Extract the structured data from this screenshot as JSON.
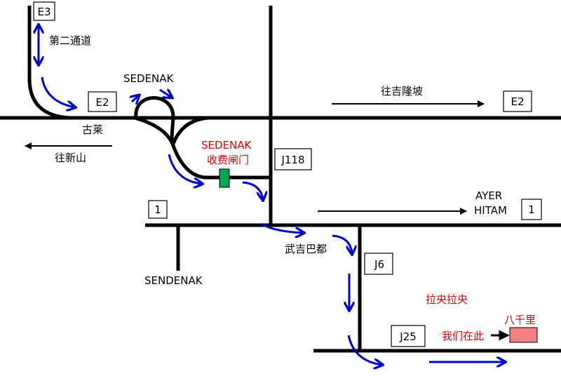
{
  "route_shields": {
    "e3": "E3",
    "e2_left": "E2",
    "e2_right": "E2",
    "j118": "J118",
    "r1_left": "1",
    "r1_right": "1",
    "j6": "J6",
    "j25": "J25"
  },
  "labels": {
    "second_link": "第二通道",
    "sedenak_top": "SEDENAK",
    "kulai": "古莱",
    "to_johor_bahru": "往新山",
    "to_kuala_lumpur": "往吉隆坡",
    "toll_name": "SEDENAK",
    "toll_plaza": "收费闸门",
    "ayer": "AYER",
    "hitam": "HITAM",
    "bukit_batu": "武吉巴都",
    "sendenak": "SENDENAK",
    "layang_layang": "拉央拉央",
    "eight_mile": "八千里",
    "we_are_here": "我们在此"
  },
  "colors": {
    "route": "#0000cc",
    "toll": "#00a651",
    "destination": "#f78080",
    "highlight_text": "#e00000"
  }
}
